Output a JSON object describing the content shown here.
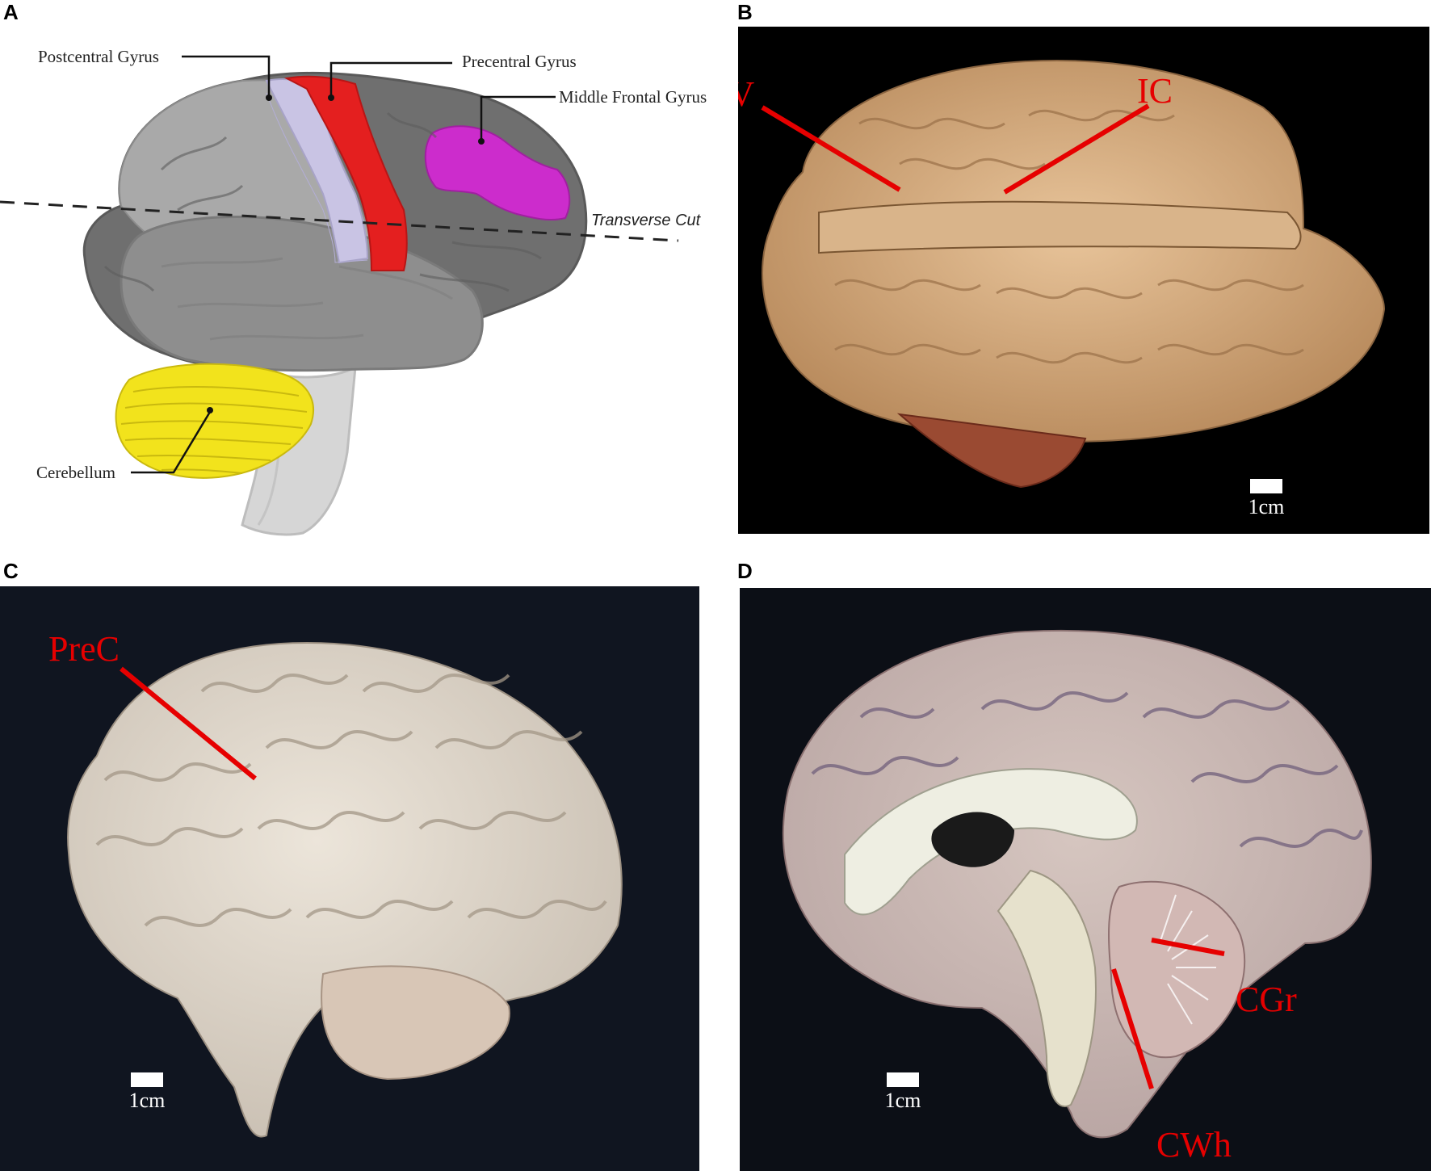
{
  "panels": {
    "a": {
      "letter": "A"
    },
    "b": {
      "letter": "B"
    },
    "c": {
      "letter": "C"
    },
    "d": {
      "letter": "D"
    }
  },
  "diagram": {
    "postcentral": "Postcentral Gyrus",
    "precentral": "Precentral Gyrus",
    "middle_frontal": "Middle Frontal Gyrus",
    "transverse_cut": "Transverse Cut",
    "cerebellum": "Cerebellum"
  },
  "photo_b": {
    "label_left": "PV",
    "label_right": "IC",
    "scale": "1cm"
  },
  "photo_c": {
    "label": "PreC",
    "scale": "1cm"
  },
  "photo_d": {
    "label_cgr": "CGr",
    "label_cwh": "CWh",
    "scale": "1cm"
  },
  "colors": {
    "postcentral": "#c9c4e4",
    "precentral": "#e41f1f",
    "middle_frontal": "#cc2ccc",
    "cerebellum": "#f2e31c",
    "annotation_red": "#e60000",
    "photo_background": "#0a0a0a"
  }
}
